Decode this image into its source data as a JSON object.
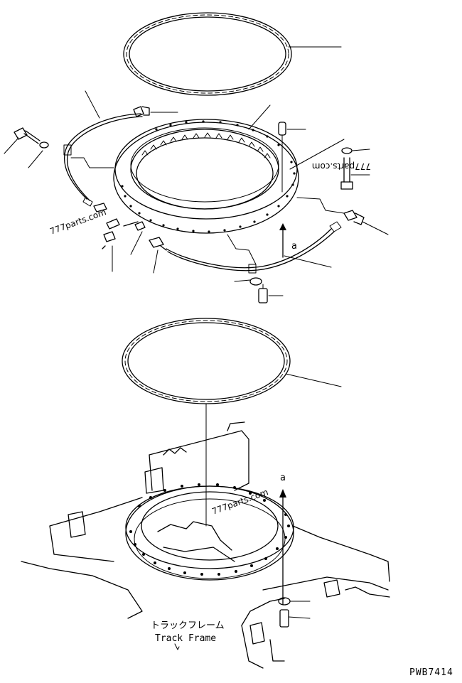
{
  "diagram": {
    "watermarks": {
      "left": "777parts.com",
      "right": "777parts.com",
      "lower": "777parts.com"
    },
    "view_markers": {
      "upper": "a",
      "lower": "a"
    },
    "track_frame": {
      "jp": "トラックフレーム",
      "en": "Track Frame"
    },
    "drawing_code": "PWB7414"
  }
}
